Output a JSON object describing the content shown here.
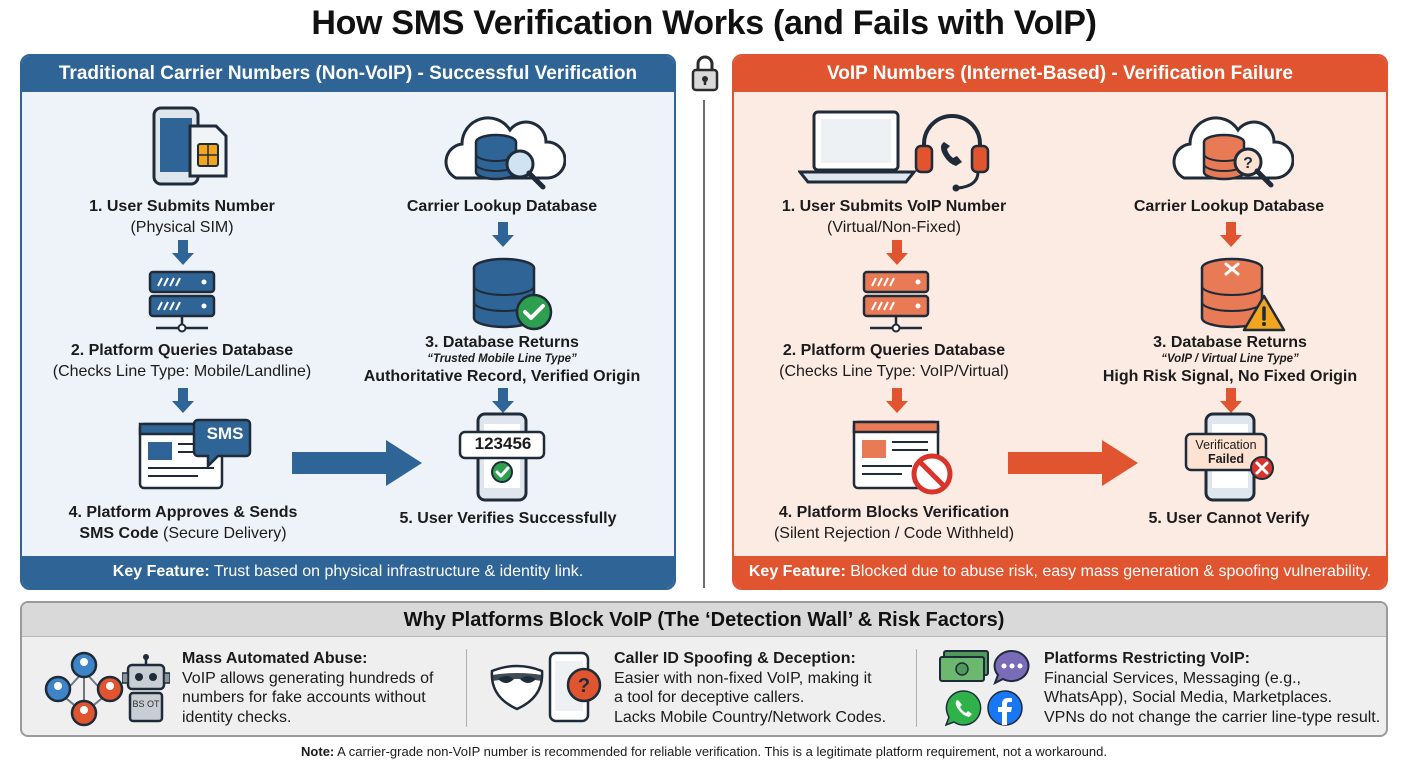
{
  "title": "How SMS Verification Works (and Fails with VoIP)",
  "left": {
    "header": "Traditional Carrier Numbers (Non-VoIP) - Successful Verification",
    "step1": {
      "title": "1. User Submits Number",
      "sub": "(Physical SIM)"
    },
    "lookup": {
      "title": "Carrier Lookup Database"
    },
    "step2": {
      "title": "2. Platform Queries Database",
      "sub": "(Checks Line Type: Mobile/Landline)"
    },
    "step3": {
      "title": "3. Database Returns",
      "quote": "“Trusted Mobile Line Type”",
      "sub": "Authoritative Record, Verified Origin"
    },
    "step4": {
      "title_line1": "4. Platform Approves & Sends",
      "title_line2": "SMS Code",
      "sub": "(Secure Delivery)"
    },
    "sms_badge": "SMS",
    "code": "123456",
    "step5": {
      "title": "5. User Verifies Successfully"
    },
    "footer": {
      "label": "Key Feature:",
      "text": "Trust based on physical infrastructure & identity link."
    }
  },
  "right": {
    "header": "VoIP Numbers (Internet-Based) - Verification Failure",
    "step1": {
      "title": "1. User Submits VoIP Number",
      "sub": "(Virtual/Non-Fixed)"
    },
    "lookup": {
      "title": "Carrier Lookup Database"
    },
    "step2": {
      "title": "2. Platform Queries Database",
      "sub": "(Checks Line Type: VoIP/Virtual)"
    },
    "step3": {
      "title": "3. Database Returns",
      "quote": "“VoIP / Virtual Line Type”",
      "sub": "High Risk Signal, No Fixed Origin"
    },
    "step4": {
      "title": "4. Platform Blocks Verification",
      "sub": "(Silent Rejection / Code Withheld)"
    },
    "failed_line1": "Verification",
    "failed_line2": "Failed",
    "step5": {
      "title": "5. User Cannot Verify"
    },
    "footer": {
      "label": "Key Feature:",
      "text": "Blocked due to abuse risk, easy mass generation & spoofing vulnerability."
    }
  },
  "why": {
    "header": "Why Platforms Block VoIP (The ‘Detection Wall’ & Risk Factors)",
    "col1": {
      "title": "Mass Automated Abuse:",
      "lines": [
        "VoIP allows generating hundreds of",
        "numbers for fake accounts without",
        "identity checks."
      ]
    },
    "robot_tag": "BS OT",
    "col2": {
      "title": "Caller ID Spoofing & Deception:",
      "lines": [
        "Easier with non-fixed VoIP, making it",
        "a tool for deceptive callers.",
        "Lacks Mobile Country/Network Codes."
      ]
    },
    "col3": {
      "title": "Platforms Restricting VoIP:",
      "lines": [
        "Financial Services, Messaging (e.g.,",
        "WhatsApp), Social Media, Marketplaces.",
        "VPNs do not change the carrier line-type result."
      ]
    }
  },
  "note": {
    "label": "Note:",
    "text": "A carrier-grade non-VoIP number is recommended for reliable verification. This is a legitimate platform requirement, not a workaround."
  },
  "colors": {
    "blue": "#2f6497",
    "orange": "#e0552f",
    "green": "#2e9e4f",
    "red": "#d9342b",
    "amber": "#f2a51e"
  }
}
